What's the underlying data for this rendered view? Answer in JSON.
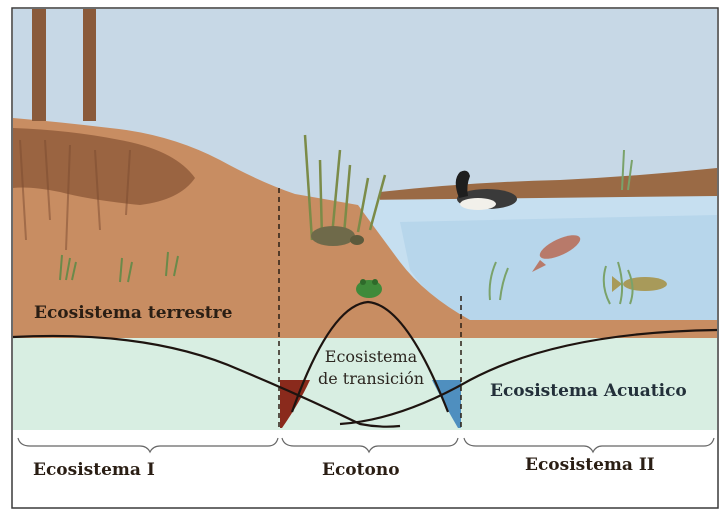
{
  "labels": {
    "terrestre": "Ecosistema terrestre",
    "transicion_line1": "Ecosistema",
    "transicion_line2": "de transición",
    "acuatico": "Ecosistema Acuatico",
    "ecosistema_1": "Ecosistema I",
    "ecotono": "Ecotono",
    "ecosistema_2": "Ecosistema II"
  },
  "colors": {
    "sky": "#c7d8e6",
    "soil": "#c88d62",
    "soil_dark": "#8e5a3a",
    "water": "#c6dff0",
    "far_shore": "#9a6a45",
    "band": "#d8eee2",
    "red_patch": "#8a2a1c",
    "blue_patch": "#4f8fbf",
    "curve": "#1e1410"
  },
  "icons": [
    "tree-trunk-icon",
    "duck-icon",
    "turtle-icon",
    "frog-icon",
    "fish-icon",
    "reeds-icon"
  ]
}
